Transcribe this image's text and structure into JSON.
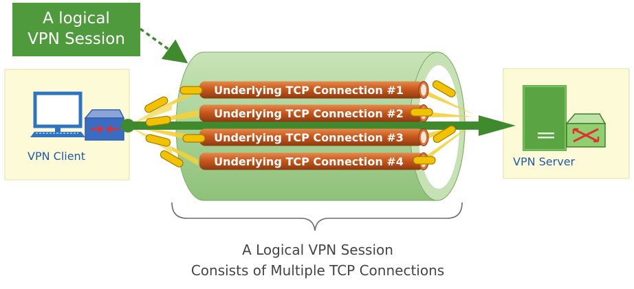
{
  "callout": {
    "line1": "A logical",
    "line2": "VPN Session"
  },
  "client": {
    "label": "VPN Client"
  },
  "server": {
    "label": "VPN Server"
  },
  "connections": [
    "Underlying TCP Connection #1",
    "Underlying TCP Connection #2",
    "Underlying TCP Connection #3",
    "Underlying TCP Connection #4"
  ],
  "caption": {
    "line1": "A Logical VPN Session",
    "line2": "Consists of Multiple TCP Connections"
  },
  "colors": {
    "callout_bg": "#4f9a3c",
    "endpoint_bg": "#fdfbd7",
    "tube_fill": "#b6d9a5",
    "pipe": "#c5561c",
    "packet": "#f2c100",
    "arrow_green": "#3f8a2c",
    "server": "#5ba443"
  }
}
